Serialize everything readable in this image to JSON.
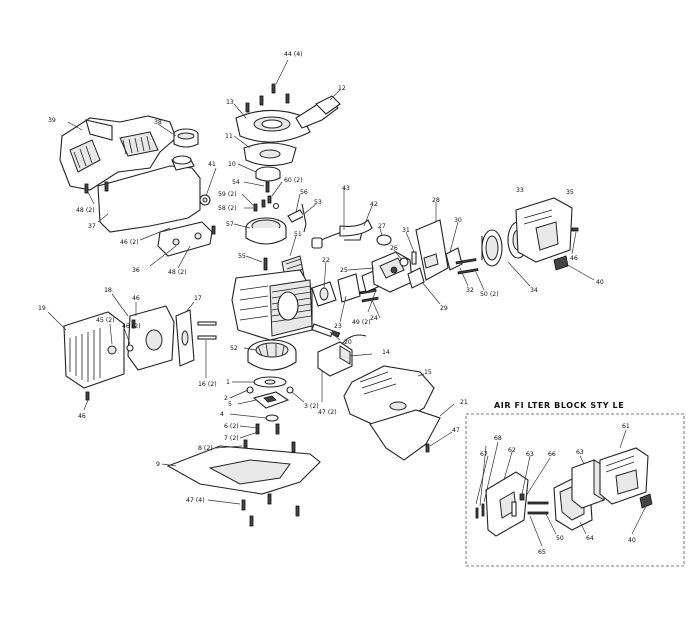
{
  "inset": {
    "title": "AIR FI LTER  BLOCK STY LE"
  },
  "callouts": {
    "c44": "44 (4)",
    "c12": "12",
    "c13": "13",
    "c39": "39",
    "c38": "38",
    "c11": "11",
    "c10": "10",
    "c41": "41",
    "c54": "54",
    "c60": "60 (2)",
    "c59": "59 (2)",
    "c56": "56",
    "c58": "58 (2)",
    "c43": "43",
    "c33": "33",
    "c35": "35",
    "c48a": "48 (2)",
    "c57": "57",
    "c53": "53",
    "c42": "42",
    "c28": "28",
    "c46a": "46 (2)",
    "c37": "37",
    "c51": "51",
    "c27": "27",
    "c31": "31",
    "c30": "30",
    "c46b": "46",
    "c36": "36",
    "c48b": "48 (2)",
    "c55": "55",
    "c26": "26",
    "c22": "22",
    "c25": "25",
    "c40a": "40",
    "c32": "32",
    "c34": "34",
    "c50a": "50 (2)",
    "c29": "29",
    "c46c": "46",
    "c18": "18",
    "c17": "17",
    "c19": "19",
    "c45": "45 (2)",
    "c46d": "46 (2)",
    "c24": "24",
    "c49": "49 (2)",
    "c23": "23",
    "c20": "20",
    "c52": "52",
    "c14": "14",
    "c16": "16 (2)",
    "c15": "15",
    "c1": "1",
    "c47a": "47 (2)",
    "c2": "2",
    "c3": "3 (2)",
    "c5": "5",
    "c46e": "46",
    "c4": "4",
    "c21": "21",
    "c6": "6 (2)",
    "c7": "7 (2)",
    "c47b": "47",
    "c8": "8 (2)",
    "c9": "9",
    "c47c": "47 (4)",
    "c61": "61",
    "c68": "68",
    "c62": "62",
    "c63a": "63",
    "c66": "66",
    "c63b": "63",
    "c67": "67",
    "c50b": "50",
    "c64": "64",
    "c65": "65",
    "c40b": "40"
  }
}
